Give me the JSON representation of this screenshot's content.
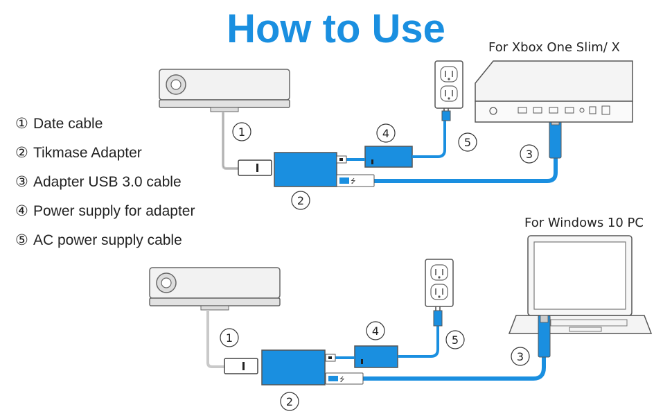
{
  "title": "How to Use",
  "legend": [
    {
      "num": "①",
      "label": "Date cable"
    },
    {
      "num": "②",
      "label": "Tikmase Adapter"
    },
    {
      "num": "③",
      "label": "Adapter USB 3.0 cable"
    },
    {
      "num": "④",
      "label": "Power supply for adapter"
    },
    {
      "num": "⑤",
      "label": "AC power supply cable"
    }
  ],
  "targets": {
    "xbox": "For Xbox One Slim/ X",
    "pc": "For Windows 10 PC"
  },
  "markers": [
    "1",
    "2",
    "3",
    "4",
    "5"
  ],
  "colors": {
    "title": "#1a8fe0",
    "adapter_blue": "#1a8fe0",
    "outline": "#555555",
    "cable_gray": "#b5b5b5"
  },
  "icons": [
    "kinect-sensor-icon",
    "wall-outlet-icon",
    "xbox-console-icon",
    "laptop-icon",
    "usb-symbol-icon"
  ]
}
